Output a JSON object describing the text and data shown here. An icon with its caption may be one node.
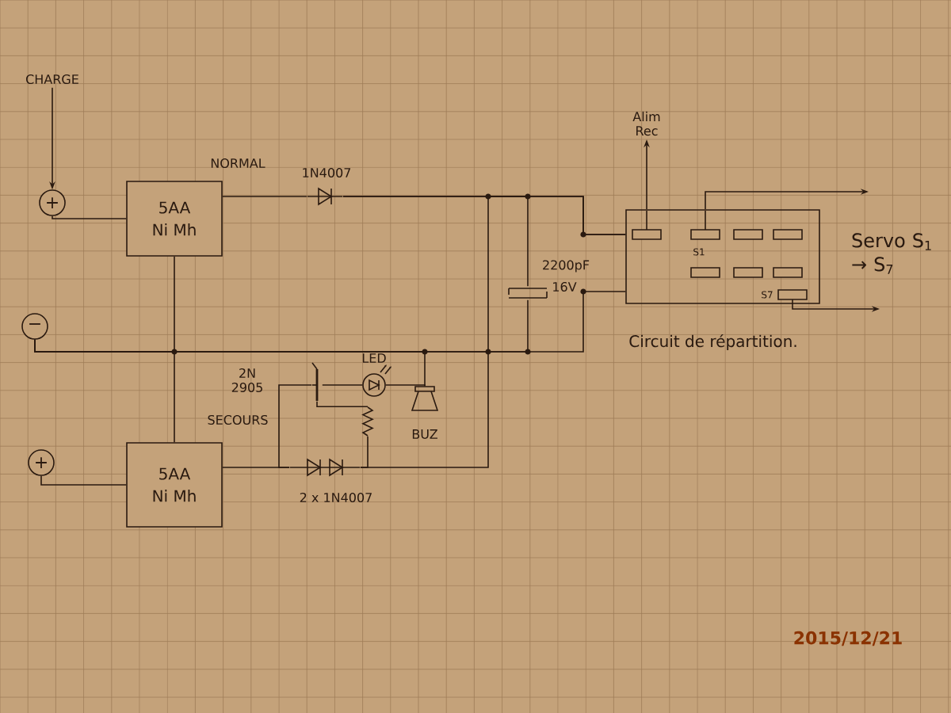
{
  "diagram": {
    "nodes": [
      {
        "text": [
          "5AA",
          "Ni Mh"
        ]
      },
      {
        "text": [
          "5AA",
          "Ni Mh"
        ]
      },
      {
        "text": [
          "S1",
          "S7"
        ],
        "beside": [
          "Circuit de répartition."
        ]
      },
      {
        "text": [
          "+"
        ]
      },
      {
        "text": [
          "−"
        ]
      },
      {
        "text": [
          "+"
        ]
      },
      {
        "text": [],
        "shape": "diode",
        "beside": [
          "1N4007"
        ]
      },
      {
        "text": [],
        "shape": "capacitor",
        "beside": [
          "2200pF",
          "16V"
        ]
      },
      {
        "text": [],
        "shape": "transistor",
        "beside": [
          "2N 2905"
        ]
      },
      {
        "text": [],
        "shape": "led",
        "beside": [
          "LED"
        ]
      },
      {
        "text": [],
        "shape": "buzzer",
        "beside": [
          "BUZ"
        ]
      },
      {
        "text": [],
        "shape": "resistor"
      },
      {
        "text": [],
        "shape": "diode",
        "beside": [
          "2 x 1N4007"
        ]
      },
      {
        "text": [
          "CHARGE"
        ]
      },
      {
        "text": [
          "Alim Rec"
        ]
      }
    ],
    "edges": [
      {
        "from": 13,
        "to": 3,
        "arrow": "to"
      },
      {
        "from": 3,
        "to": 0,
        "arrow": "none"
      },
      {
        "from": 0,
        "to": 6,
        "arrow": "none"
      },
      {
        "from": 6,
        "to": 2,
        "arrow": "none"
      },
      {
        "from": 6,
        "to": 7,
        "arrow": "none"
      },
      {
        "from": 0,
        "to": 4,
        "arrow": "none"
      },
      {
        "from": 1,
        "to": 4,
        "arrow": "none"
      },
      {
        "from": 4,
        "to": 7,
        "arrow": "none"
      },
      {
        "from": 4,
        "to": 2,
        "arrow": "none"
      },
      {
        "from": 5,
        "to": 1,
        "arrow": "none"
      },
      {
        "from": 1,
        "to": 12,
        "arrow": "none"
      },
      {
        "from": 12,
        "to": 2,
        "arrow": "none"
      },
      {
        "from": 12,
        "to": 8,
        "arrow": "none"
      },
      {
        "from": 8,
        "to": 9,
        "arrow": "none"
      },
      {
        "from": 9,
        "to": 10,
        "arrow": "none"
      },
      {
        "from": 10,
        "to": 4,
        "arrow": "none"
      },
      {
        "from": 8,
        "to": 11,
        "arrow": "none"
      },
      {
        "from": 11,
        "to": 12,
        "arrow": "none"
      },
      {
        "from": 2,
        "to": 14,
        "arrow": "to"
      },
      {
        "from": 2,
        "to": null,
        "arrow": "to"
      },
      {
        "from": 2,
        "to": null,
        "arrow": "to"
      }
    ],
    "labels": [
      "NORMAL",
      "SECOURS",
      "Servo S$_{1}$ → S$_{7}$",
      "2015/12/21"
    ]
  }
}
